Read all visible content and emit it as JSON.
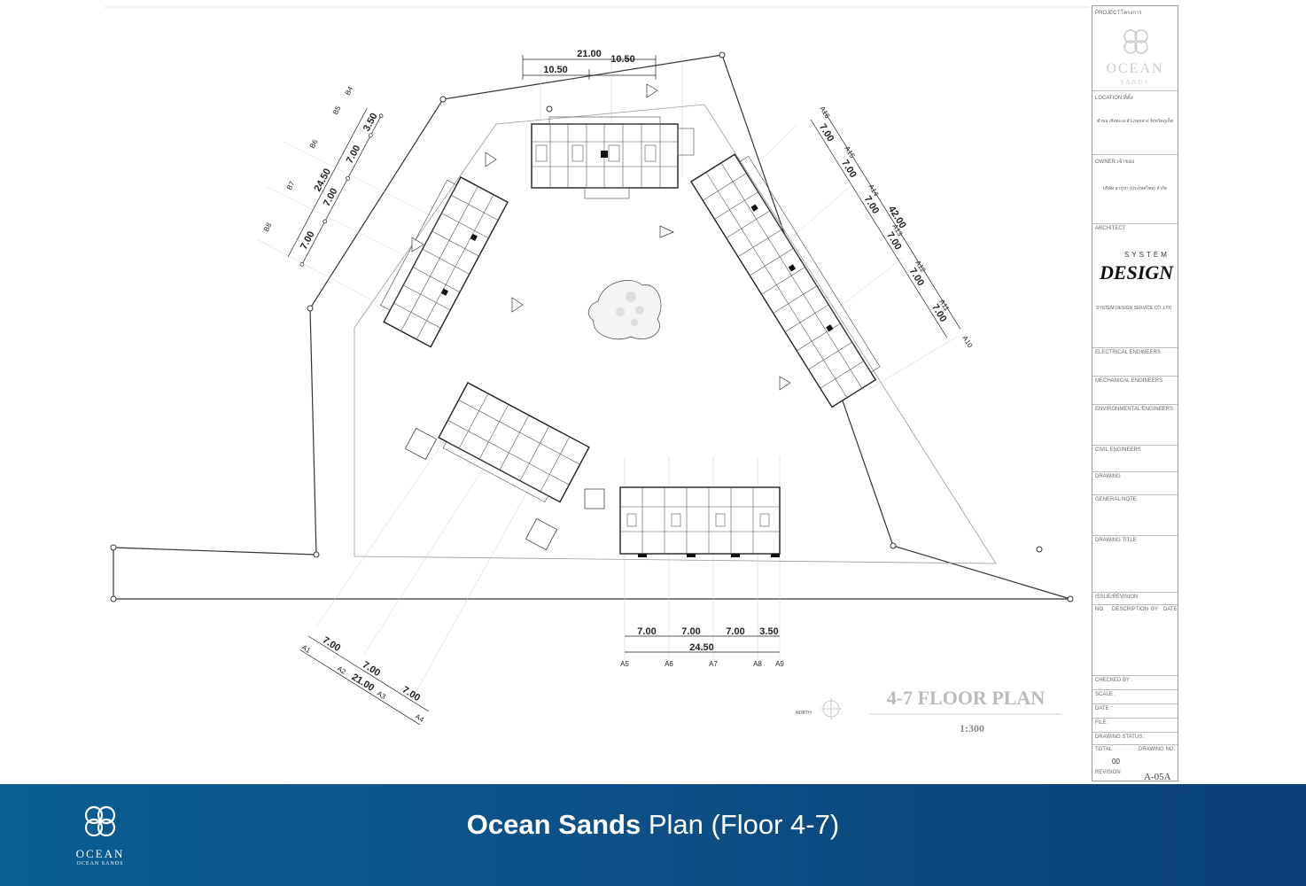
{
  "footer": {
    "brand_bold": "Ocean Sands",
    "title_rest": " Plan (Floor 4-7)",
    "logo_word": "OCEAN",
    "logo_sub": "OCEAN SANDS"
  },
  "plan": {
    "title": "4-7 FLOOR PLAN",
    "scale": "1:300",
    "dims": {
      "top_total": "21.00",
      "top_a": "10.50",
      "top_b": "10.50",
      "left_total": "24.50",
      "left_a": "7.00",
      "left_b": "7.00",
      "left_c": "7.00",
      "left_d": "3.50",
      "right_total": "42.00",
      "right_each": "7.00",
      "bottom_total": "24.50",
      "bottom_a": "7.00",
      "bottom_b": "7.00",
      "bottom_c": "7.00",
      "bottom_d": "3.50",
      "bl_total": "21.00",
      "bl_a": "7.00",
      "bl_b": "7.00",
      "bl_c": "7.00"
    },
    "axes": {
      "bottom": [
        "A5",
        "A6",
        "A7",
        "A8",
        "A9"
      ],
      "bottom_left": [
        "A1",
        "A2",
        "A3",
        "A4"
      ],
      "left": [
        "B4",
        "B5",
        "B6",
        "B7",
        "B8"
      ],
      "right": [
        "A16",
        "A15",
        "A14",
        "A13",
        "A12",
        "A11",
        "A10"
      ]
    },
    "north_label": "NORTH"
  },
  "titleblock": {
    "project_label": "PROJECT:โครงการ",
    "logo_word": "OCEAN",
    "logo_sub": "SANDS",
    "location_label": "LOCATION:ที่ตั้ง",
    "location_value": "ตำบล เชิงทะเล อำเภอถลาง จังหวัดภูเก็ต",
    "owner_label": "OWNER:เจ้าของ",
    "owner_value": "บริษัท ลากูน่า (ประเทศไทย) จำกัด",
    "architect_label": "ARCHITECT",
    "designer_mark": "DESIGN",
    "designer_system": "SYSTEM",
    "company": "SYSTEM DESIGN SERVICE CO.,LTD",
    "electrical": "ELECTRICAL ENGINEERS",
    "mechanical": "MECHANICAL ENGINEERS",
    "environmental": "ENVIRONMENTAL ENGINEERS",
    "civil": "CIVIL ENGINEERS",
    "drawing": "DRAWING",
    "general_note": "GENERAL NOTE",
    "drawing_title": "DRAWING TITLE",
    "issue": "ISSUE/REVISION",
    "col_no": "NO.",
    "col_desc": "DESCRIPTION",
    "col_by": "BY",
    "col_date": "DATE",
    "checked": "CHECKED BY :",
    "scale": "SCALE :",
    "date": "DATE :",
    "file": "FILE :",
    "status": "DRAWING STATUS :",
    "total": "TOTAL",
    "total_value": "00",
    "drawing_no": "DRAWING NO.",
    "revision": "REVISION",
    "sheet_no": "A-05A"
  }
}
